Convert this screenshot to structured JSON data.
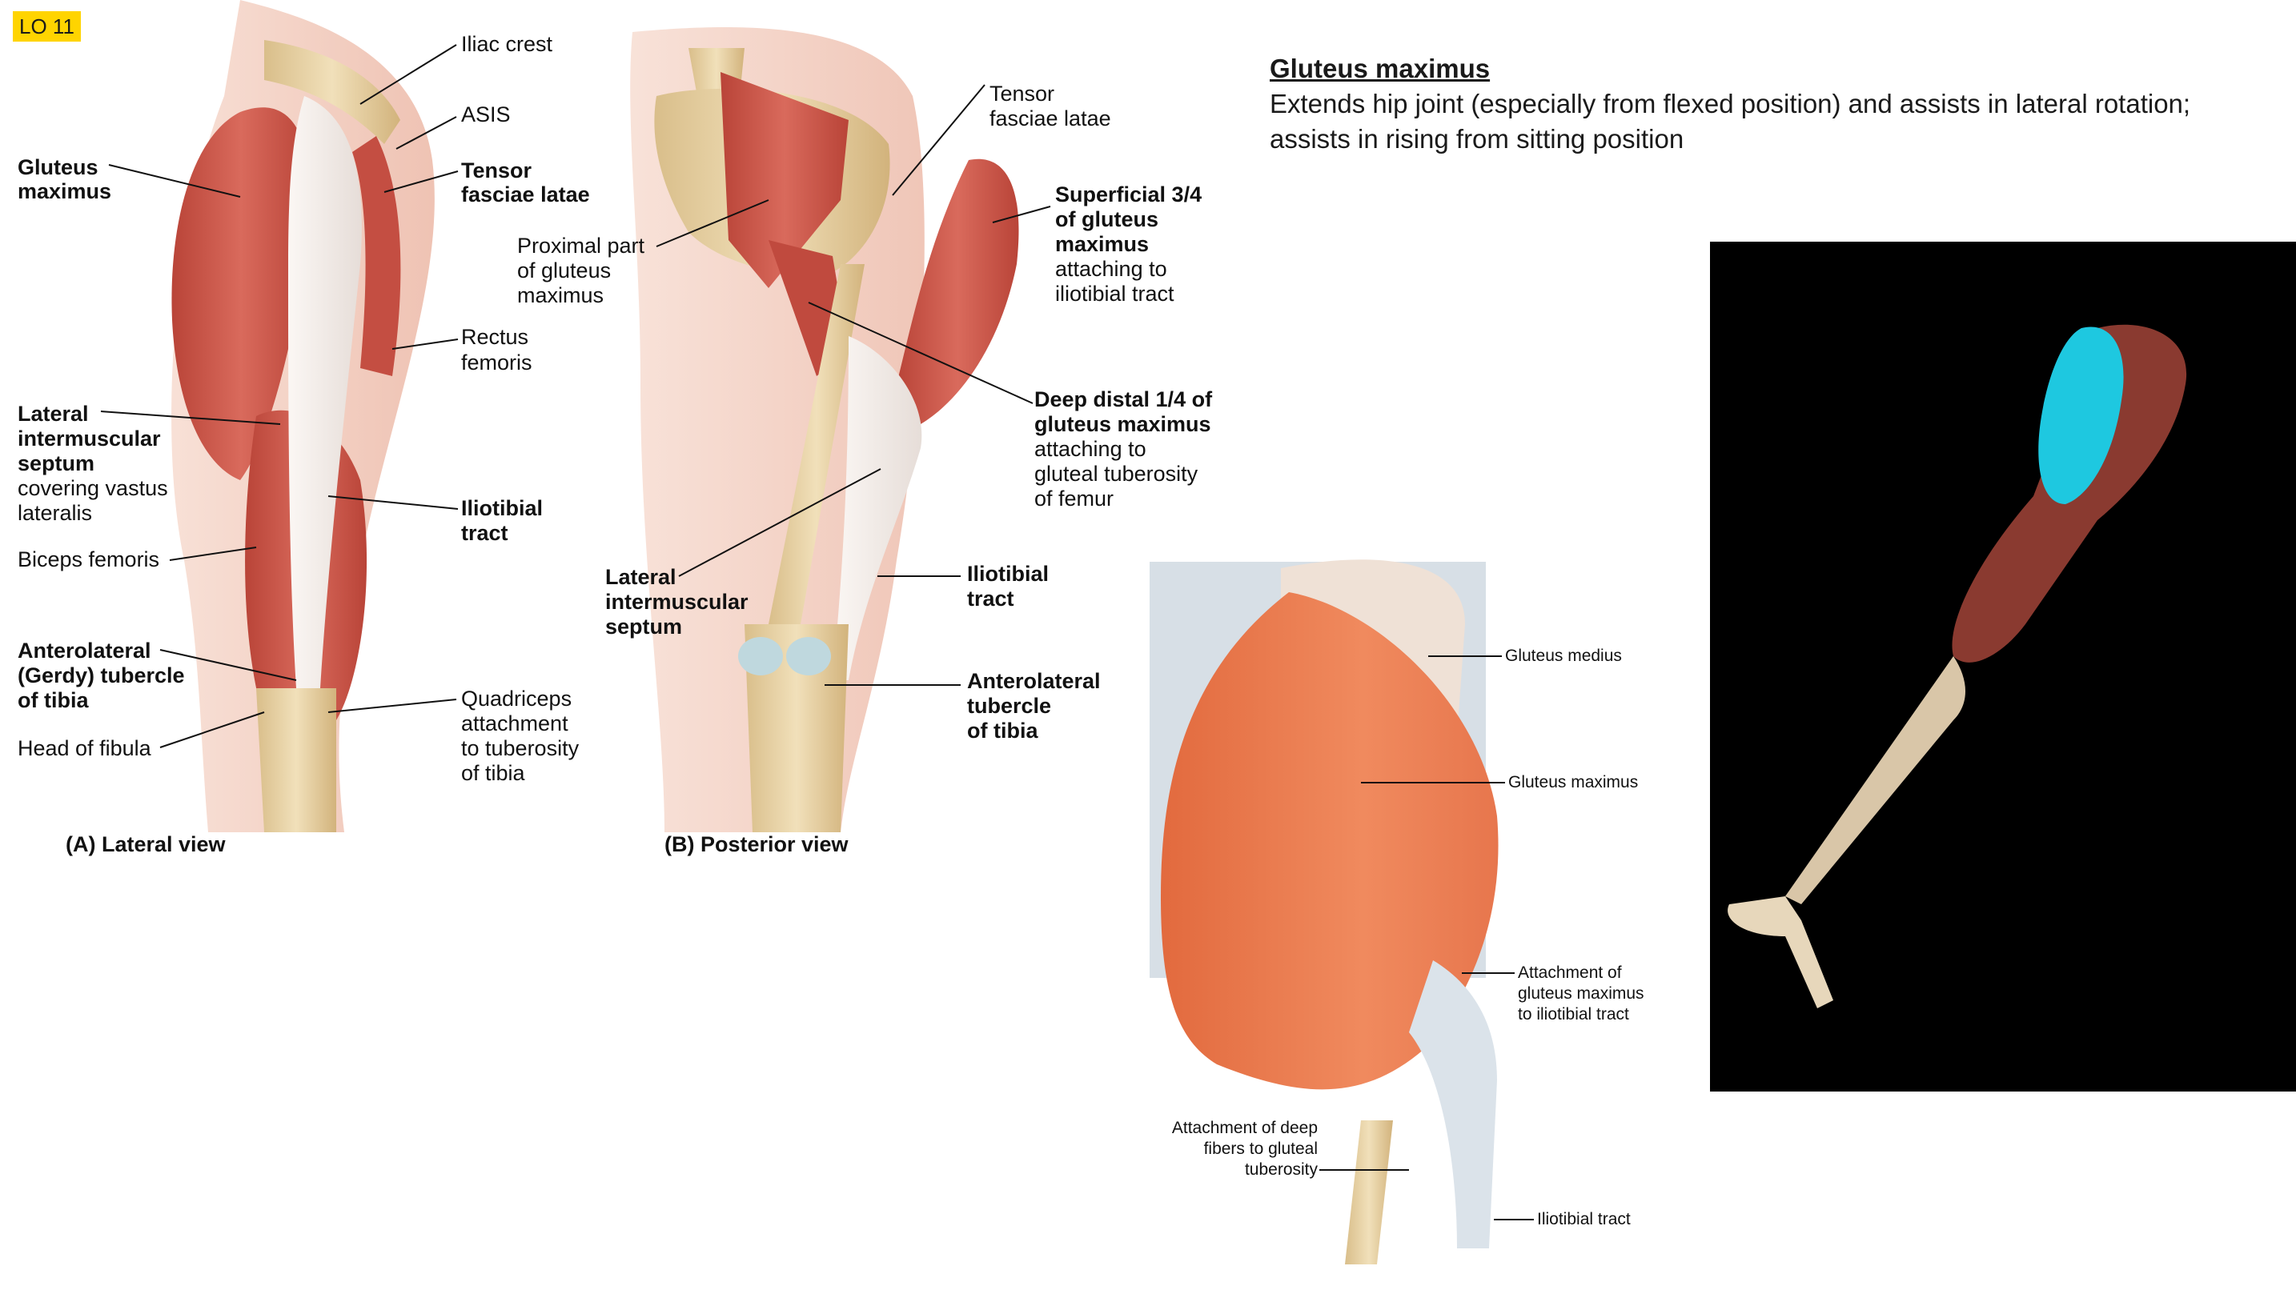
{
  "badge": "LO 11",
  "heading": {
    "title": "Gluteus maximus",
    "description": "Extends hip joint (especially from flexed position) and assists in lateral rotation; assists in rising from sitting position"
  },
  "lateral_view": {
    "caption": "(A) Lateral view",
    "labels": {
      "iliac_crest": "Iliac crest",
      "asis": "ASIS",
      "glut_1": "Gluteus",
      "glut_2": "maximus",
      "tfl_1": "Tensor",
      "tfl_2": "fasciae latae",
      "rectus_1": "Rectus",
      "rectus_2": "femoris",
      "lis_1": "Lateral",
      "lis_2": "intermuscular",
      "lis_3": "septum",
      "lis_4": "covering vastus",
      "lis_5": "lateralis",
      "it_1": "Iliotibial",
      "it_2": "tract",
      "biceps": "Biceps femoris",
      "gerdy_1": "Anterolateral",
      "gerdy_2": "(Gerdy) tubercle",
      "gerdy_3": "of tibia",
      "quad_1": "Quadriceps",
      "quad_2": "attachment",
      "quad_3": "to tuberosity",
      "quad_4": "of tibia",
      "fibula": "Head of fibula"
    }
  },
  "posterior_view": {
    "caption": "(B) Posterior view",
    "labels": {
      "tfl_1": "Tensor",
      "tfl_2": "fasciae latae",
      "prox_1": "Proximal part",
      "prox_2": "of gluteus",
      "prox_3": "maximus",
      "sup_1": "Superficial 3/4",
      "sup_2": "of gluteus",
      "sup_3": "maximus",
      "sup_4": "attaching to",
      "sup_5": "iliotibial tract",
      "deep_1": "Deep distal 1/4 of",
      "deep_2": "gluteus maximus",
      "deep_3": "attaching to",
      "deep_4": "gluteal tuberosity",
      "deep_5": "of femur",
      "lis_1": "Lateral",
      "lis_2": "intermuscular",
      "lis_3": "septum",
      "it_1": "Iliotibial",
      "it_2": "tract",
      "tub_1": "Anterolateral",
      "tub_2": "tubercle",
      "tub_3": "of tibia"
    }
  },
  "detail_view": {
    "labels": {
      "medius": "Gluteus medius",
      "maximus": "Gluteus maximus",
      "att_1": "Attachment of",
      "att_2": "gluteus maximus",
      "att_3": "to iliotibial tract",
      "deep_1": "Attachment of deep",
      "deep_2": "fibers to gluteal",
      "deep_3": "tuberosity",
      "it": "Iliotibial tract"
    }
  },
  "colors": {
    "muscle": "#cf5a50",
    "muscle_light": "#e58a6e",
    "highlight": "#1ec8e0",
    "bone": "#e8d3a8",
    "skin": "#f2c6b8",
    "fascia": "#f1ece8",
    "badge": "#ffd400"
  }
}
